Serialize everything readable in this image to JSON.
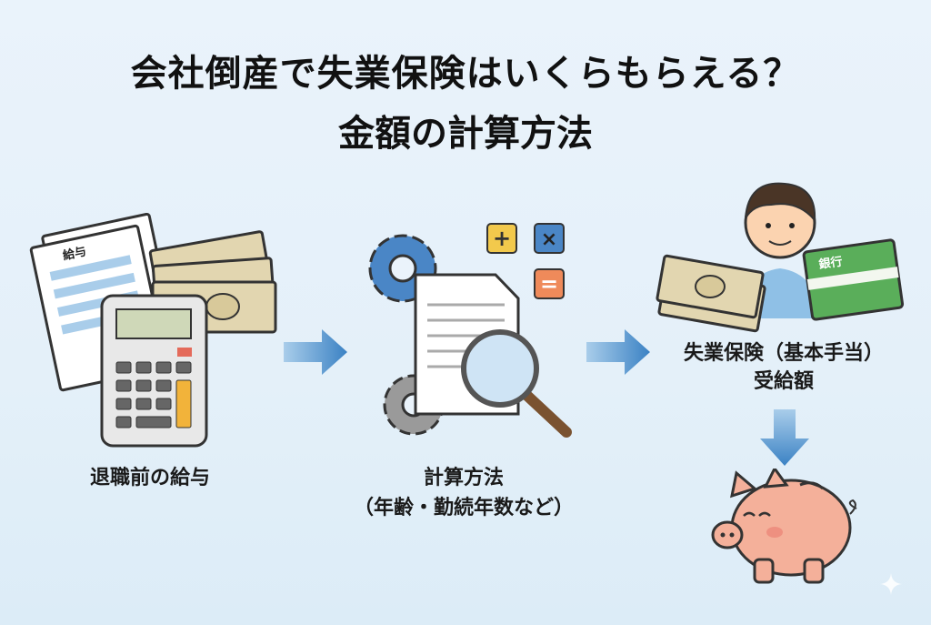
{
  "title": {
    "line1": "会社倒産で失業保険はいくらもらえる？",
    "line2": "金額の計算方法"
  },
  "step1": {
    "payslip_label": "給与",
    "caption": "退職前の給与"
  },
  "step2": {
    "caption_line1": "計算方法",
    "caption_line2": "（年齢・勤続年数など）"
  },
  "step3": {
    "bankbook_label": "銀行",
    "caption_line1": "失業保険（基本手当）",
    "caption_line2": "受給額"
  },
  "colors": {
    "arrow": "#3b82c4",
    "bank": "#5aae5a",
    "pig": "#f4b09a",
    "calc_key": "#f2b33a"
  }
}
